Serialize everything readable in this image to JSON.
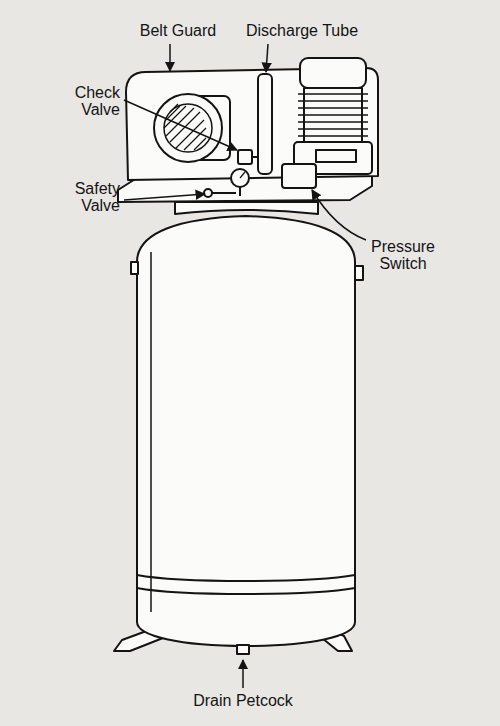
{
  "diagram": {
    "labels": [
      "Belt Guard",
      "Discharge Tube",
      "Check Valve",
      "Safety Valve",
      "Pressure Switch",
      "Drain Petcock"
    ]
  }
}
